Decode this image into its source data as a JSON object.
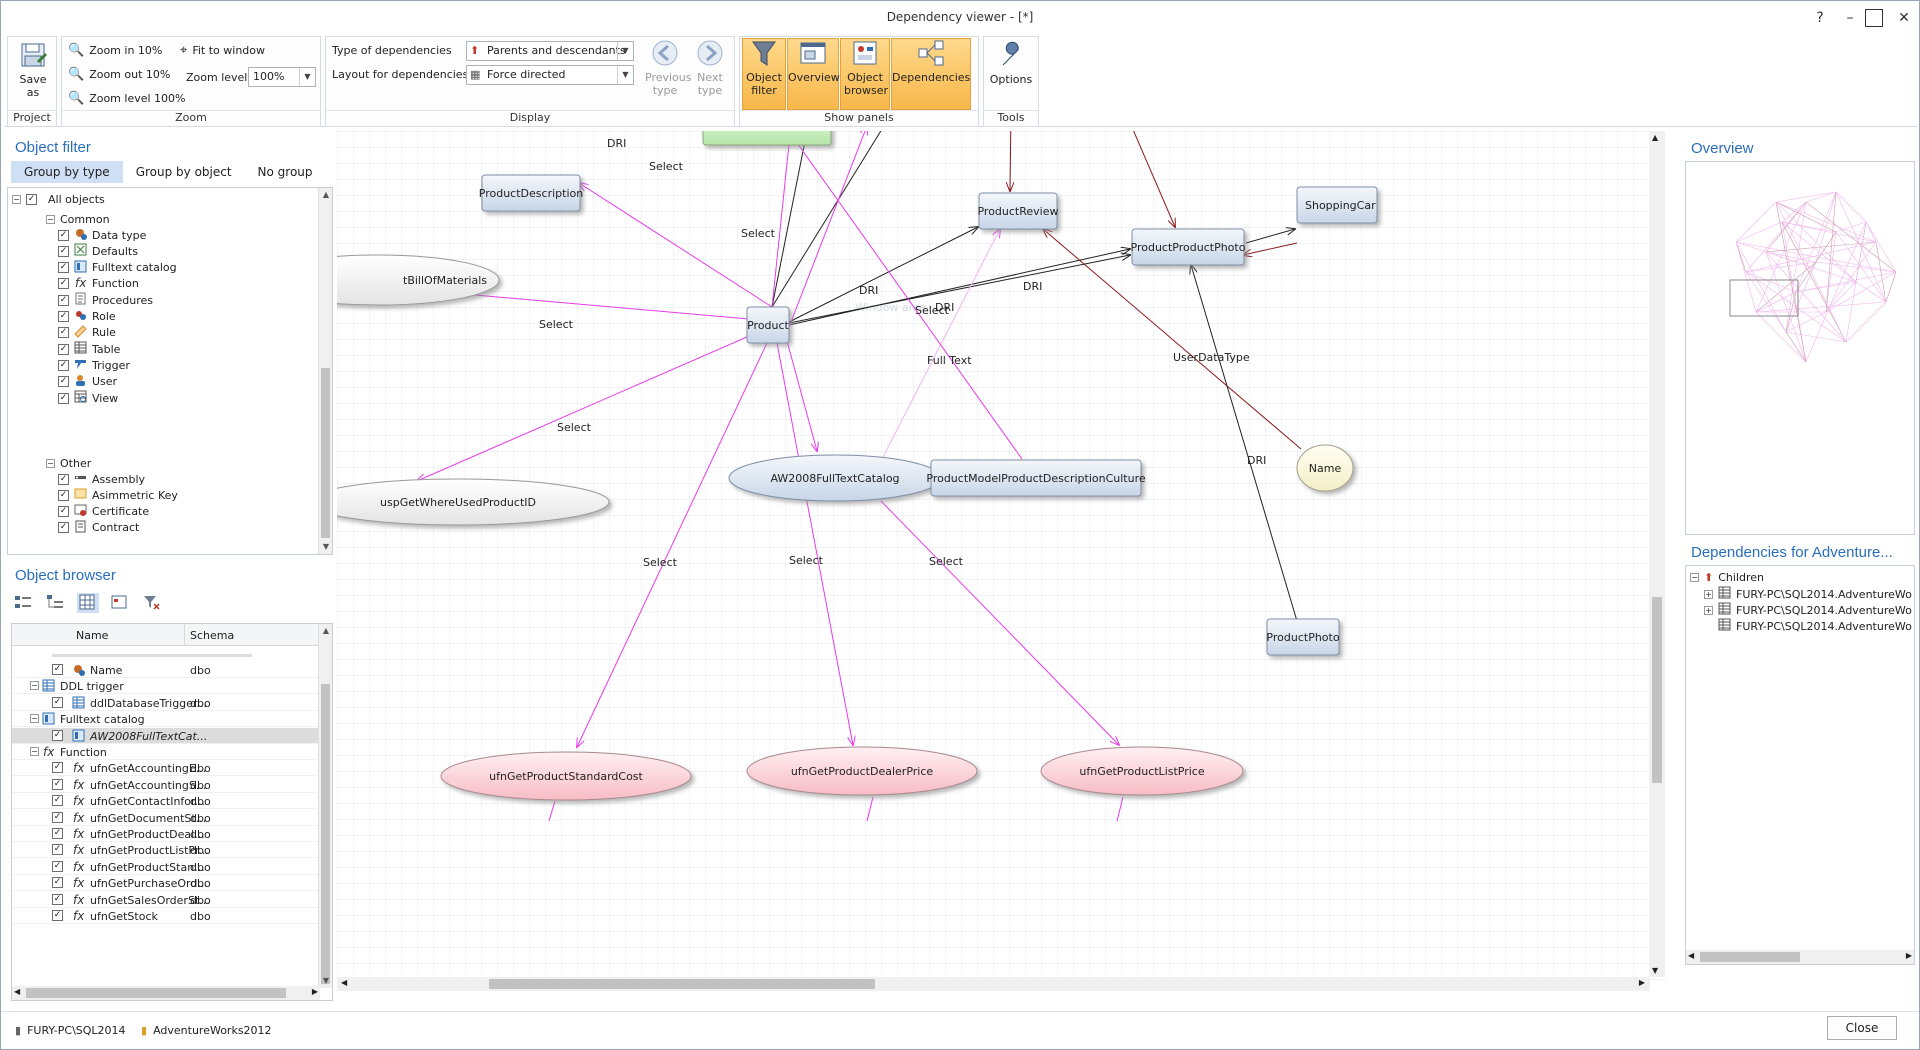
{
  "window": {
    "title": "Dependency viewer - [*]",
    "help": "?",
    "minimize": "–",
    "maximize": "□",
    "close": "✕"
  },
  "ribbon": {
    "project": {
      "label": "Project",
      "save_as": "Save as"
    },
    "zoom": {
      "label": "Zoom",
      "zoom_in": "Zoom in 10%",
      "zoom_out": "Zoom out 10%",
      "zoom_100": "Zoom level 100%",
      "fit": "Fit to window",
      "level_label": "Zoom level",
      "level_value": "100%"
    },
    "display": {
      "label": "Display",
      "type_label": "Type of dependencies",
      "type_value": "Parents and descendants",
      "layout_label": "Layout for dependencies",
      "layout_value": "Force directed",
      "prev": "Previous type",
      "next": "Next type"
    },
    "show_panels": {
      "label": "Show panels",
      "object_filter": "Object filter",
      "overview": "Overview",
      "object_browser": "Object browser",
      "dependencies": "Dependencies"
    },
    "tools": {
      "label": "Tools",
      "options": "Options"
    }
  },
  "object_filter": {
    "title": "Object filter",
    "tabs": [
      "Group by type",
      "Group by object",
      "No group"
    ],
    "root": "All objects",
    "common": "Common",
    "common_items": [
      {
        "label": "Data type",
        "icon": "data-type-icon",
        "color": "#c46b2a"
      },
      {
        "label": "Defaults",
        "icon": "defaults-icon",
        "color": "#3c7a3c"
      },
      {
        "label": "Fulltext catalog",
        "icon": "fulltext-catalog-icon",
        "color": "#2f6fb6"
      },
      {
        "label": "Function",
        "icon": "function-icon",
        "color": "#333333"
      },
      {
        "label": "Procedures",
        "icon": "procedures-icon",
        "color": "#777777"
      },
      {
        "label": "Role",
        "icon": "role-icon",
        "color": "#c0392b"
      },
      {
        "label": "Rule",
        "icon": "rule-icon",
        "color": "#d98a2e"
      },
      {
        "label": "Table",
        "icon": "table-icon",
        "color": "#555555"
      },
      {
        "label": "Trigger",
        "icon": "trigger-icon",
        "color": "#2f6fb6"
      },
      {
        "label": "User",
        "icon": "user-icon",
        "color": "#2f6fb6"
      },
      {
        "label": "View",
        "icon": "view-icon",
        "color": "#555555"
      }
    ],
    "other": "Other",
    "other_items": [
      {
        "label": "Assembly",
        "icon": "assembly-icon",
        "color": "#555555"
      },
      {
        "label": "Asimmetric Key",
        "icon": "asymmetric-key-icon",
        "color": "#d9a02e"
      },
      {
        "label": "Certificate",
        "icon": "certificate-icon",
        "color": "#c0392b"
      },
      {
        "label": "Contract",
        "icon": "contract-icon",
        "color": "#555555"
      }
    ]
  },
  "object_browser": {
    "title": "Object browser",
    "col_name": "Name",
    "col_schema": "Schema",
    "rows": [
      {
        "type": "item",
        "name": "Name",
        "schema": "dbo",
        "icon": "data-type-icon"
      },
      {
        "type": "group",
        "name": "DDL trigger",
        "icon": "table-icon"
      },
      {
        "type": "item",
        "name": "ddlDatabaseTrigger...",
        "schema": "dbo",
        "icon": "table-icon"
      },
      {
        "type": "group",
        "name": "Fulltext catalog",
        "icon": "fulltext-catalog-icon"
      },
      {
        "type": "item",
        "name": "AW2008FullTextCat...",
        "schema": "",
        "icon": "fulltext-catalog-icon",
        "selected": true
      },
      {
        "type": "group",
        "name": "Function",
        "icon": "function-icon"
      },
      {
        "type": "item",
        "name": "ufnGetAccountingE...",
        "schema": "dbo",
        "icon": "function-icon"
      },
      {
        "type": "item",
        "name": "ufnGetAccountingS...",
        "schema": "dbo",
        "icon": "function-icon"
      },
      {
        "type": "item",
        "name": "ufnGetContactInfor...",
        "schema": "dbo",
        "icon": "function-icon"
      },
      {
        "type": "item",
        "name": "ufnGetDocumentSt...",
        "schema": "dbo",
        "icon": "function-icon"
      },
      {
        "type": "item",
        "name": "ufnGetProductDeal...",
        "schema": "dbo",
        "icon": "function-icon"
      },
      {
        "type": "item",
        "name": "ufnGetProductListPr...",
        "schema": "dbo",
        "icon": "function-icon"
      },
      {
        "type": "item",
        "name": "ufnGetProductStan...",
        "schema": "dbo",
        "icon": "function-icon"
      },
      {
        "type": "item",
        "name": "ufnGetPurchaseOrd...",
        "schema": "dbo",
        "icon": "function-icon"
      },
      {
        "type": "item",
        "name": "ufnGetSalesOrderSt...",
        "schema": "dbo",
        "icon": "function-icon"
      },
      {
        "type": "item",
        "name": "ufnGetStock",
        "schema": "dbo",
        "icon": "function-icon"
      }
    ]
  },
  "graph": {
    "watermark": "Window area",
    "nodes": [
      {
        "id": "product",
        "label": "Product",
        "shape": "rect",
        "fill": "#d9e4f1"
      },
      {
        "id": "productdescription",
        "label": "ProductDescription",
        "shape": "rect",
        "fill": "#d9e4f1"
      },
      {
        "id": "productreview",
        "label": "ProductReview",
        "shape": "rect",
        "fill": "#d9e4f1"
      },
      {
        "id": "productproductphoto",
        "label": "ProductProductPhoto",
        "shape": "rect",
        "fill": "#d9e4f1"
      },
      {
        "id": "shoppingcart",
        "label": "ShoppingCar",
        "shape": "rect",
        "fill": "#d9e4f1"
      },
      {
        "id": "billofmaterials",
        "label": "tBillOfMaterials",
        "shape": "ellipse",
        "fill": "#eeeeee"
      },
      {
        "id": "uspgetwhereused",
        "label": "uspGetWhereUsedProductID",
        "shape": "ellipse",
        "fill": "#eeeeee"
      },
      {
        "id": "aw2008fulltext",
        "label": "AW2008FullTextCatalog",
        "shape": "ellipse",
        "fill": "#d9e4f1"
      },
      {
        "id": "pmpdc",
        "label": "ProductModelProductDescriptionCulture",
        "shape": "rect",
        "fill": "#d9e4f1"
      },
      {
        "id": "name",
        "label": "Name",
        "shape": "ellipse",
        "fill": "#fbf7d8"
      },
      {
        "id": "productphoto",
        "label": "ProductPhoto",
        "shape": "rect",
        "fill": "#d9e4f1"
      },
      {
        "id": "stdcost",
        "label": "ufnGetProductStandardCost",
        "shape": "ellipse",
        "fill": "#f9c9cf"
      },
      {
        "id": "dealerprice",
        "label": "ufnGetProductDealerPrice",
        "shape": "ellipse",
        "fill": "#f9c9cf"
      },
      {
        "id": "listprice",
        "label": "ufnGetProductListPrice",
        "shape": "ellipse",
        "fill": "#f9c9cf"
      },
      {
        "id": "topgreen",
        "label": "",
        "shape": "rect",
        "fill": "#c9efc0"
      }
    ],
    "edge_labels": {
      "dri": "DRI",
      "select": "Select",
      "fulltext": "Full Text",
      "userdatatype": "UserDataType"
    }
  },
  "overview": {
    "title": "Overview"
  },
  "dependencies": {
    "title": "Dependencies for Adventure...",
    "root": "Children",
    "items": [
      "FURY-PC\\SQL2014.AdventureWo",
      "FURY-PC\\SQL2014.AdventureWo",
      "FURY-PC\\SQL2014.AdventureWo"
    ]
  },
  "status": {
    "server": "FURY-PC\\SQL2014",
    "database": "AdventureWorks2012",
    "close": "Close"
  },
  "colors": {
    "accent": "#2a6ebb",
    "select_edge": "#e83be8",
    "dri_edge": "#222222",
    "udt_edge": "#8b1a1a",
    "highlight": "#f7b74a"
  }
}
